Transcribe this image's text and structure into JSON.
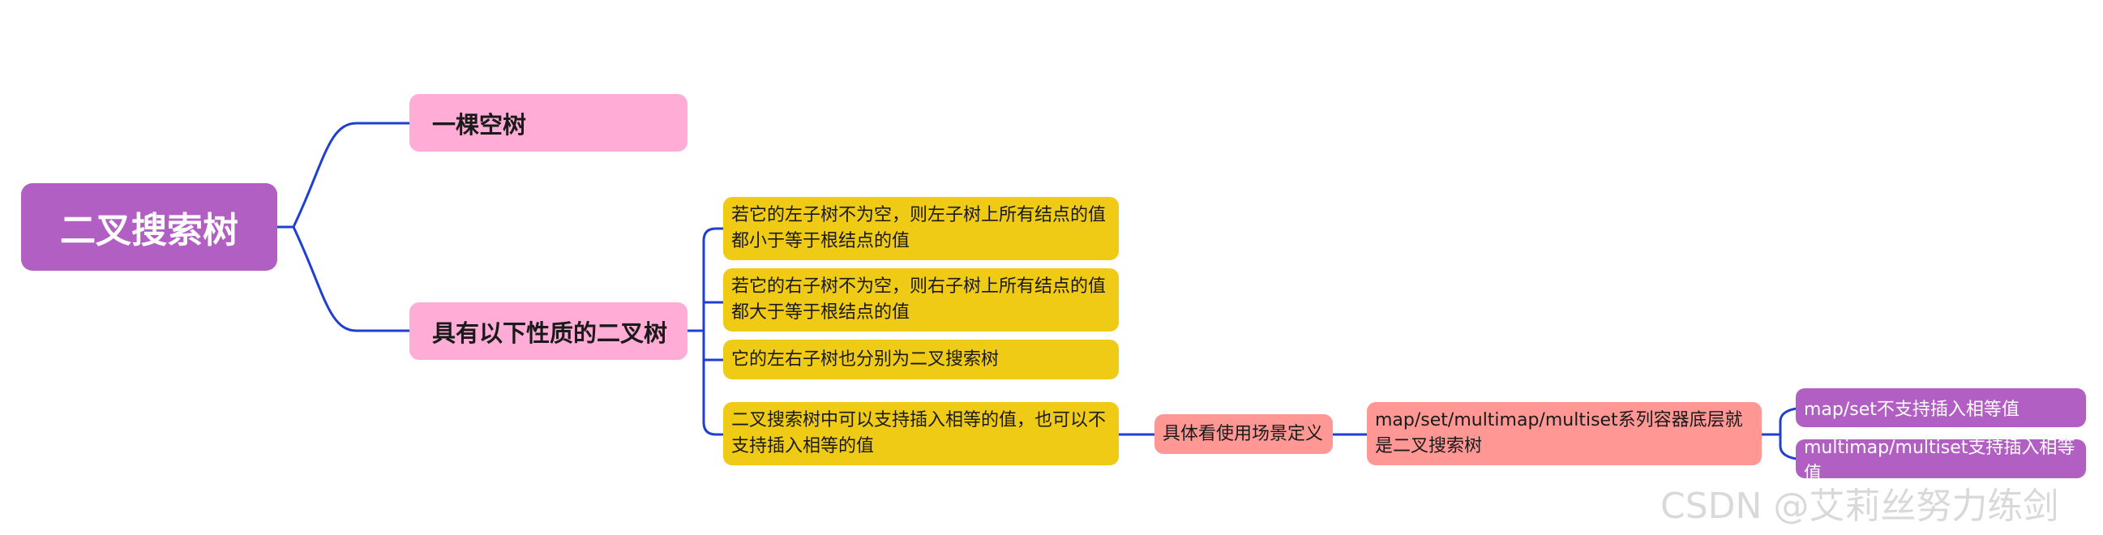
{
  "root": {
    "label": "二叉搜索树"
  },
  "branches": [
    {
      "label": "一棵空树"
    },
    {
      "label": "具有以下性质的二叉树"
    }
  ],
  "properties": [
    {
      "text": "若它的左子树不为空，则左子树上所有结点的值都小于等于根结点的值"
    },
    {
      "text": "若它的右子树不为空，则右子树上所有结点的值都大于等于根结点的值"
    },
    {
      "text": "它的左右子树也分别为二叉搜索树"
    },
    {
      "text": "二叉搜索树中可以支持插入相等的值，也可以不支持插入相等的值"
    }
  ],
  "scenario": {
    "label": "具体看使用场景定义"
  },
  "containers": {
    "label": "map/set/multimap/multiset系列容器底层就是二叉搜索树"
  },
  "leaves": [
    {
      "label": "map/set不支持插入相等值"
    },
    {
      "label": "multimap/multiset支持插入相等值"
    }
  ],
  "watermark": "CSDN @艾莉丝努力练剑",
  "colors": {
    "root": "#B25FC3",
    "branch": "#FFADD6",
    "property": "#F0CB16",
    "scenario": "#FF9895",
    "leaf": "#B25FC3",
    "connector": "#1F3FD1"
  }
}
